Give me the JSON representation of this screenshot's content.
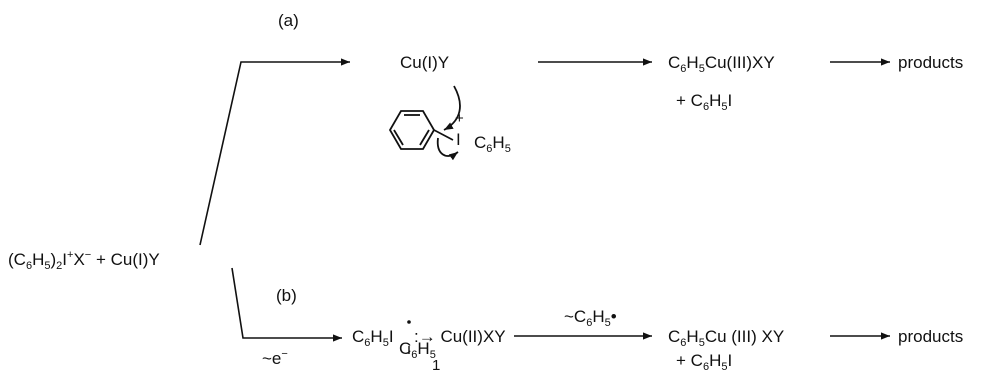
{
  "scheme": {
    "reactant": {
      "pre": "(C",
      "s1": "6",
      "m1": "H",
      "s2": "5",
      "m2": ")",
      "s3": "2",
      "m3": "I",
      "sup1": "+",
      "m4": "X",
      "sup2": "−",
      "m5": " + Cu(I)Y"
    },
    "path_a": {
      "label": "(a)",
      "cu_reagent": "Cu(I)Y",
      "iodonium_charge": "+",
      "iodonium_i": "I",
      "iodonium_ph": {
        "c": "C",
        "n": "6",
        "h": "H",
        "n2": "5"
      },
      "product": {
        "a": "C",
        "n1": "6",
        "b": "H",
        "n2": "5",
        "c": "Cu(III)XY"
      },
      "arrow_text": "products",
      "coproduct": {
        "a": "+ C",
        "n1": "6",
        "b": "H",
        "n2": "5",
        "c": "I"
      }
    },
    "path_b": {
      "label": "(b)",
      "electron": {
        "t": "~e",
        "sup": "−"
      },
      "intermediate_left": {
        "a": "C",
        "n1": "6",
        "b": "H",
        "n2": "5",
        "c": "I"
      },
      "intermediate_right": ":→ Cu(II)XY",
      "intermediate_sub": {
        "a": "C",
        "n1": "6",
        "b": "H",
        "n2": "5"
      },
      "intermediate_number": "1",
      "radical_loss": {
        "a": "~C",
        "n1": "6",
        "b": "H",
        "n2": "5",
        "c": "•"
      },
      "product": {
        "a": "C",
        "n1": "6",
        "b": "H",
        "n2": "5",
        "c": "Cu (III) XY"
      },
      "arrow_text": "products",
      "coproduct": {
        "a": "+ C",
        "n1": "6",
        "b": "H",
        "n2": "5",
        "c": "I"
      }
    }
  }
}
